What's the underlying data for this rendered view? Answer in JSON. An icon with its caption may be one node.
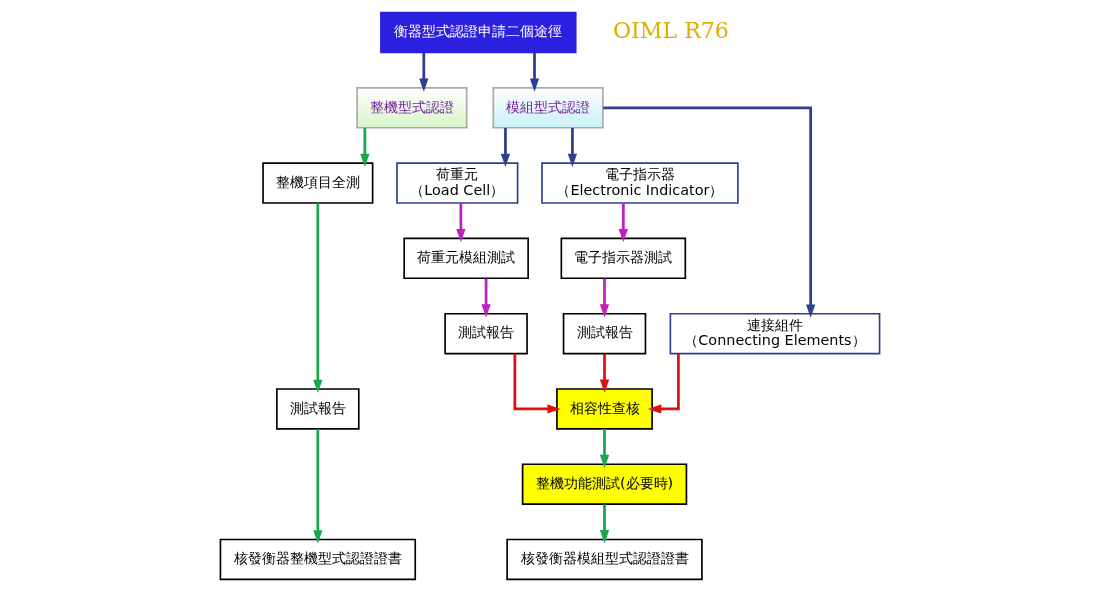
{
  "diagram": {
    "nodes": [
      {
        "text": [
          "衡器型式認證申請二個途徑"
        ]
      },
      {
        "text": [
          "整機型式認證"
        ]
      },
      {
        "text": [
          "模組型式認證"
        ]
      },
      {
        "text": [
          "荷重元",
          "（Load Cell）"
        ]
      },
      {
        "text": [
          "電子指示器",
          "（Electronic Indicator）"
        ]
      },
      {
        "text": [
          "連接組件",
          "（Connecting Elements）"
        ]
      },
      {
        "text": [
          "整機項目全測"
        ]
      },
      {
        "text": [
          "測試報告"
        ]
      },
      {
        "text": [
          "荷重元模組測試"
        ]
      },
      {
        "text": [
          "電子指示器測試"
        ]
      },
      {
        "text": [
          "測試報告"
        ]
      },
      {
        "text": [
          "測試報告"
        ]
      },
      {
        "text": [
          "相容性查核"
        ]
      },
      {
        "text": [
          "整機功能測試(必要時)"
        ]
      },
      {
        "text": [
          "核發衡器整機型式認證證書"
        ]
      },
      {
        "text": [
          "核發衡器模組型式認證證書"
        ]
      }
    ],
    "edges": [
      {
        "from": 0,
        "to": 1,
        "arrow": "to",
        "color": "#2e3f8f"
      },
      {
        "from": 0,
        "to": 2,
        "arrow": "to",
        "color": "#2e3f8f"
      },
      {
        "from": 2,
        "to": 3,
        "arrow": "to",
        "color": "#2e3f8f"
      },
      {
        "from": 2,
        "to": 4,
        "arrow": "to",
        "color": "#2e3f8f"
      },
      {
        "from": 2,
        "to": 5,
        "arrow": "to",
        "color": "#2e3f8f"
      },
      {
        "from": 1,
        "to": 6,
        "arrow": "to",
        "color": "#1aa64a"
      },
      {
        "from": 6,
        "to": 7,
        "arrow": "to",
        "color": "#1aa64a"
      },
      {
        "from": 7,
        "to": 14,
        "arrow": "to",
        "color": "#1aa64a"
      },
      {
        "from": 3,
        "to": 8,
        "arrow": "to",
        "color": "#c020c0"
      },
      {
        "from": 8,
        "to": 10,
        "arrow": "to",
        "color": "#c020c0"
      },
      {
        "from": 4,
        "to": 9,
        "arrow": "to",
        "color": "#c020c0"
      },
      {
        "from": 9,
        "to": 11,
        "arrow": "to",
        "color": "#c020c0"
      },
      {
        "from": 10,
        "to": 12,
        "arrow": "to",
        "color": "#e01010"
      },
      {
        "from": 11,
        "to": 12,
        "arrow": "to",
        "color": "#e01010"
      },
      {
        "from": 5,
        "to": 12,
        "arrow": "to",
        "color": "#e01010"
      },
      {
        "from": 12,
        "to": 13,
        "arrow": "to",
        "color": "#1aa64a"
      },
      {
        "from": 13,
        "to": 15,
        "arrow": "to",
        "color": "#1aa64a"
      }
    ],
    "labels": [
      "OIML R76"
    ]
  }
}
